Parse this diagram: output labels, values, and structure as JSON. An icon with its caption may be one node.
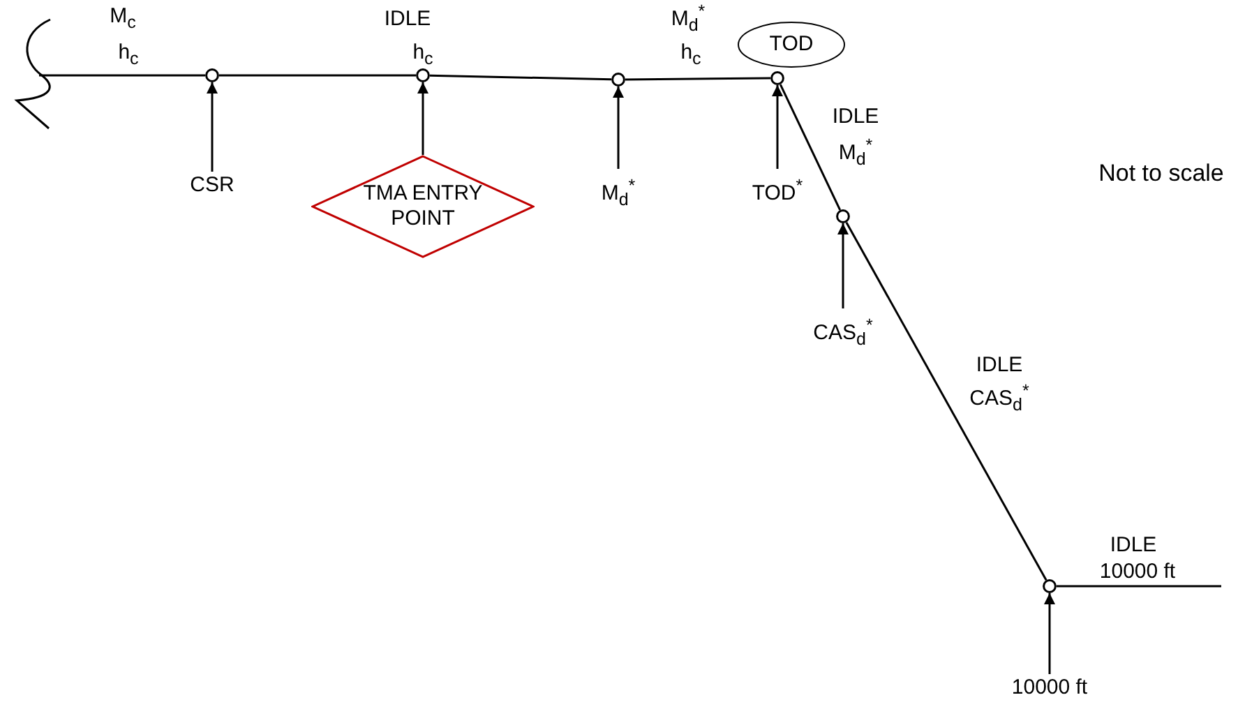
{
  "diagram": {
    "nodes": [
      {
        "text": [],
        "shape": "circle"
      },
      {
        "text": [],
        "shape": "circle"
      },
      {
        "text": [],
        "shape": "circle"
      },
      {
        "text": [],
        "shape": "circle"
      },
      {
        "text": [],
        "shape": "circle"
      },
      {
        "text": [],
        "shape": "circle"
      },
      {
        "text": [
          "CSR"
        ]
      },
      {
        "text": [
          "TMA ENTRY POINT"
        ]
      },
      {
        "text": [
          "M$_{d}$$^{*}$"
        ]
      },
      {
        "text": [
          "TOD$^{*}$"
        ]
      },
      {
        "text": [
          "CAS$_{d}$$^{*}$"
        ]
      },
      {
        "text": [
          "10000 ft"
        ]
      },
      {
        "text": [
          "TOD"
        ]
      }
    ],
    "edges": [
      {
        "from": null,
        "to": 0,
        "arrow": "none"
      },
      {
        "from": 0,
        "to": 1,
        "arrow": "none"
      },
      {
        "from": 1,
        "to": 2,
        "arrow": "none"
      },
      {
        "from": 2,
        "to": 3,
        "arrow": "none"
      },
      {
        "from": 3,
        "to": 4,
        "arrow": "none"
      },
      {
        "from": 4,
        "to": 5,
        "arrow": "none"
      },
      {
        "from": 5,
        "to": null,
        "arrow": "none"
      },
      {
        "from": 6,
        "to": 0,
        "arrow": "to"
      },
      {
        "from": 7,
        "to": 1,
        "arrow": "to"
      },
      {
        "from": 8,
        "to": 2,
        "arrow": "to"
      },
      {
        "from": 9,
        "to": 3,
        "arrow": "to"
      },
      {
        "from": 10,
        "to": 4,
        "arrow": "to"
      },
      {
        "from": 11,
        "to": 5,
        "arrow": "to"
      }
    ],
    "labels": [
      "M$_{c}$",
      "IDLE",
      "M$_{d}$$^{*}$",
      "h$_{c}$",
      "h$_{c}$",
      "h$_{c}$",
      "IDLE",
      "M$_{d}$$^{*}$",
      "Not to scale",
      "IDLE",
      "CAS$_{d}$$^{*}$",
      "IDLE",
      "10000 ft"
    ]
  }
}
